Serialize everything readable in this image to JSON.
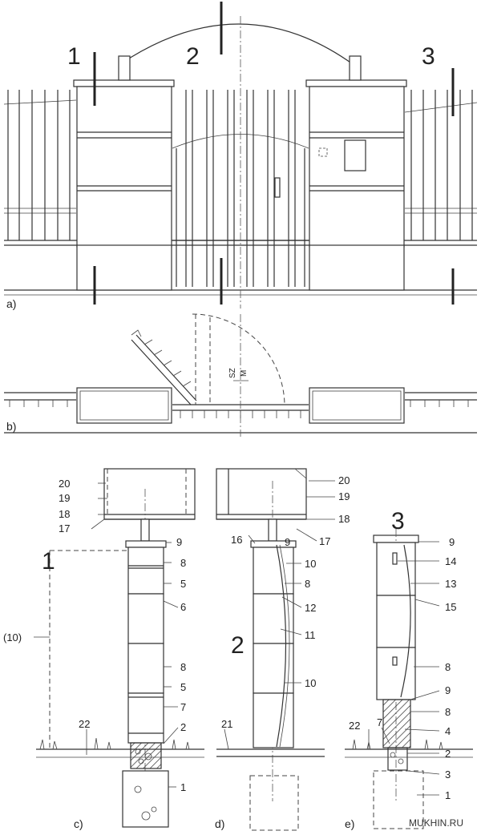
{
  "view_labels": {
    "a": "a)",
    "b": "b)",
    "c": "c)",
    "d": "d)",
    "e": "e)"
  },
  "section_labels": {
    "s1": "1",
    "s2": "2",
    "s3": "3",
    "c_big": "1",
    "d_big": "2",
    "e_big": "3"
  },
  "plan_marks": {
    "sz": "SZ",
    "m": "M"
  },
  "callouts_c": [
    "20",
    "19",
    "18",
    "17",
    "9",
    "8",
    "5",
    "6",
    "(10)",
    "8",
    "5",
    "7",
    "22",
    "2",
    "1"
  ],
  "callouts_d": [
    "20",
    "19",
    "18",
    "17",
    "16",
    "9",
    "10",
    "8",
    "12",
    "11",
    "10",
    "21"
  ],
  "callouts_e": [
    "9",
    "14",
    "13",
    "15",
    "8",
    "9",
    "8",
    "4",
    "7",
    "22",
    "2",
    "3",
    "1"
  ],
  "watermark": "MUKHIN.RU"
}
